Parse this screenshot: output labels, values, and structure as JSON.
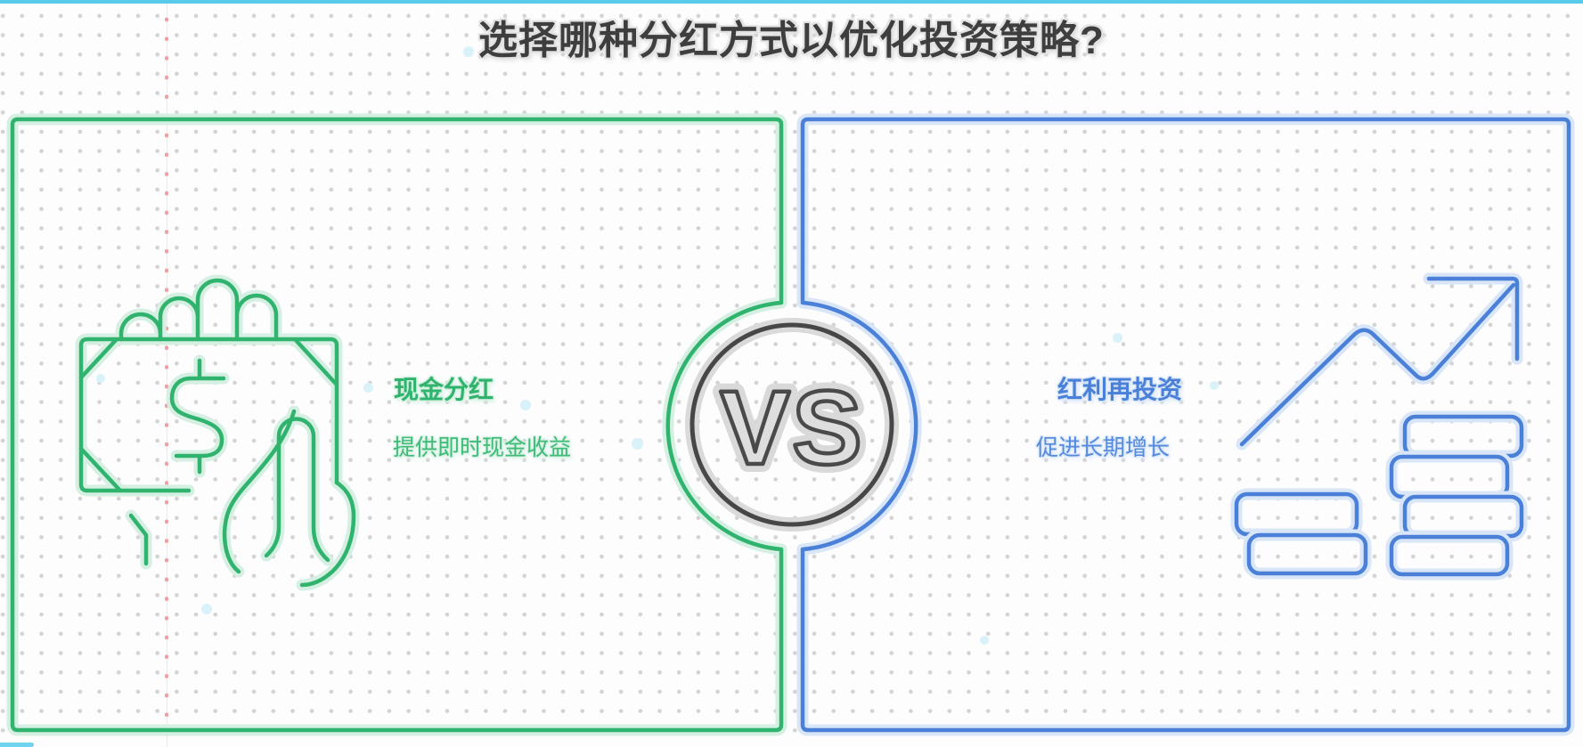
{
  "title": "选择哪种分红方式以优化投资策略?",
  "vs_badge": {
    "label": "VS"
  },
  "left_card": {
    "title": "现金分红",
    "subtitle": "提供即时现金收益",
    "icon": "hand-holding-cash-icon",
    "accent_color": "#2fb36d"
  },
  "right_card": {
    "title": "红利再投资",
    "subtitle": "促进长期增长",
    "icon": "growth-chart-coins-icon",
    "accent_color": "#4a80d8"
  },
  "page_colors": {
    "top_border": "#58cbeb",
    "title_text": "#3e3e3e",
    "vs_circle": "#474747"
  }
}
